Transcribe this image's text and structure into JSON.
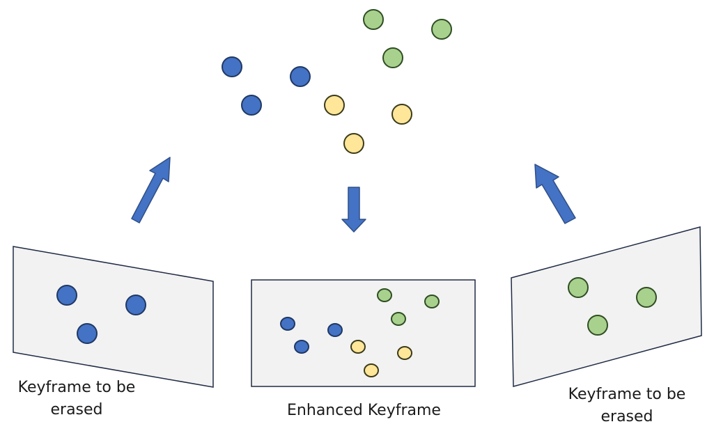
{
  "colors": {
    "blue_fill": "#4472c4",
    "blue_stroke": "#1f3864",
    "yellow_fill": "#ffe699",
    "yellow_stroke": "#3a3a1a",
    "green_fill": "#a9d18e",
    "green_stroke": "#2e4d22",
    "panel_fill": "#f2f2f2",
    "panel_stroke": "#1f2a44",
    "arrow_fill": "#4472c4",
    "arrow_stroke": "#2f4f86"
  },
  "captions": {
    "left": [
      "Keyframe to be",
      "erased"
    ],
    "center": [
      "Enhanced Keyframe"
    ],
    "right": [
      "Keyframe to be",
      "erased"
    ]
  }
}
